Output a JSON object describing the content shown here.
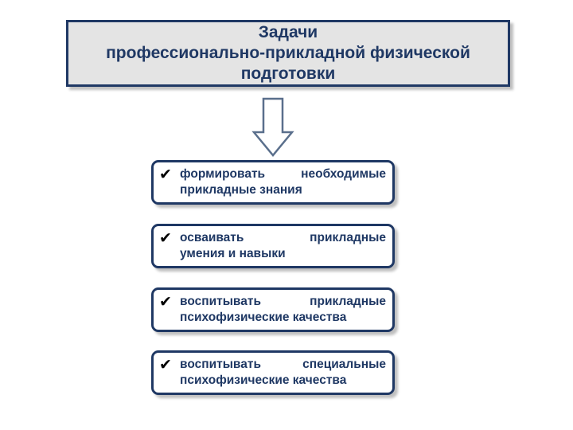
{
  "title": {
    "lines": [
      "Задачи",
      "профессионально-прикладной физической",
      "подготовки"
    ]
  },
  "tasks": [
    {
      "icon": "check-icon",
      "line1": "формировать необходимые",
      "line2": "прикладные знания"
    },
    {
      "icon": "check-icon",
      "line1": "осваивать прикладные",
      "line2": "умения и навыки"
    },
    {
      "icon": "check-icon",
      "line1": "воспитывать прикладные",
      "line2": "психофизические качества"
    },
    {
      "icon": "check-icon",
      "line1": "воспитывать специальные",
      "line2": "психофизические качества"
    }
  ],
  "colors": {
    "border": "#1f3864",
    "text": "#1f3864",
    "title_fill": "#e4e4e4"
  }
}
